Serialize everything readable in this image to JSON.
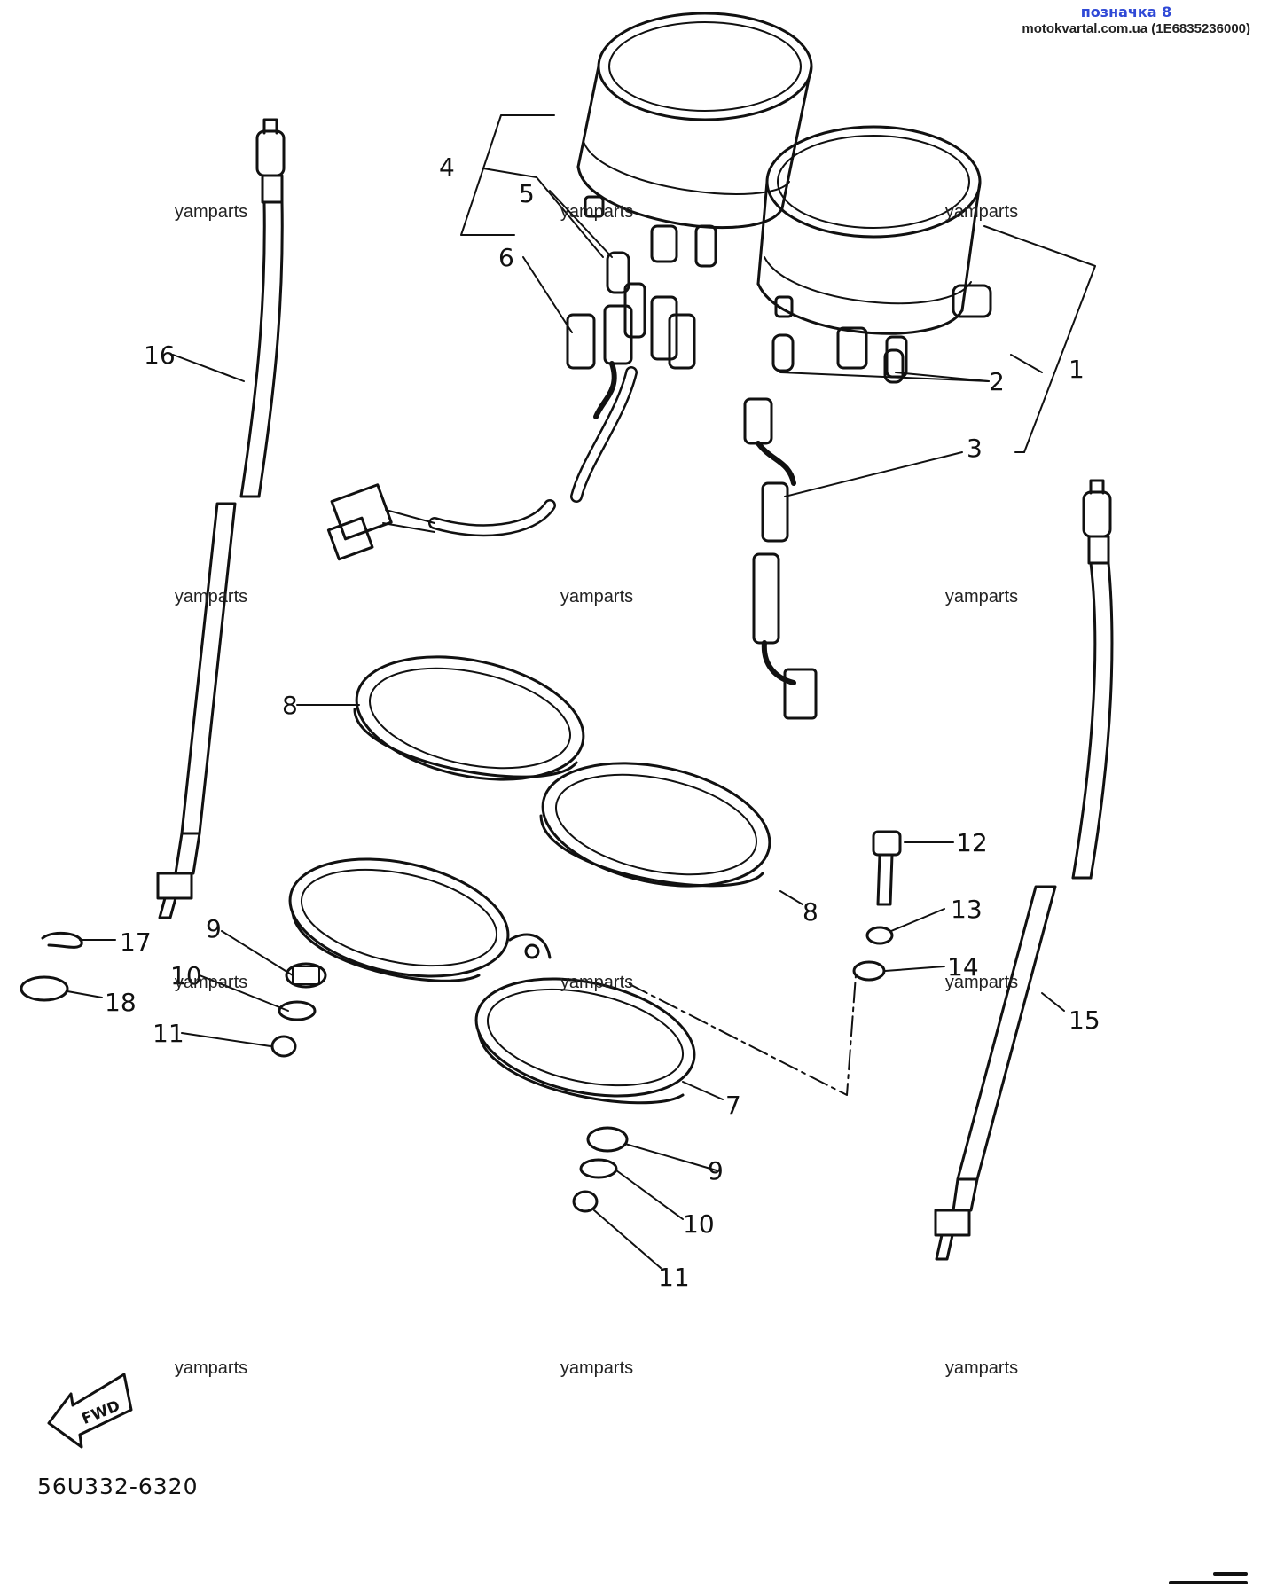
{
  "header": {
    "tag": "позначка 8",
    "source": "motokvartal.com.ua (1E6835236000)"
  },
  "watermark": "yamparts",
  "diagram_code": "56U332-6320",
  "fwd_label": "FWD",
  "callouts": {
    "c1": "1",
    "c2": "2",
    "c3": "3",
    "c4": "4",
    "c5": "5",
    "c6": "6",
    "c7": "7",
    "c8a": "8",
    "c8b": "8",
    "c9a": "9",
    "c9b": "9",
    "c10a": "10",
    "c10b": "10",
    "c11a": "11",
    "c11b": "11",
    "c12": "12",
    "c13": "13",
    "c14": "14",
    "c15": "15",
    "c16": "16",
    "c17": "17",
    "c18": "18"
  }
}
